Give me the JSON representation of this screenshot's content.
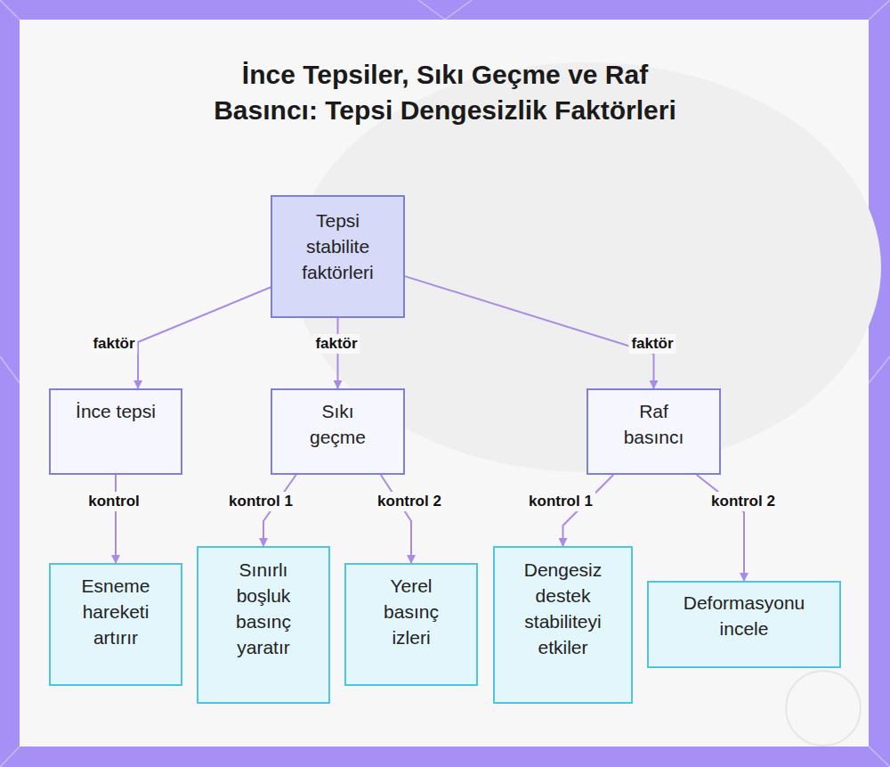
{
  "diagram": {
    "title": "İnce Tepsiler, Sıkı Geçme ve Raf Basıncı: Tepsi Dengesizlik Faktörleri",
    "nodes": [
      {
        "text": [
          "Tepsi stabilite faktörleri"
        ]
      },
      {
        "text": [
          "İnce tepsi"
        ]
      },
      {
        "text": [
          "Sıkı geçme"
        ]
      },
      {
        "text": [
          "Raf basıncı"
        ]
      },
      {
        "text": [
          "Esneme hareketi artırır"
        ]
      },
      {
        "text": [
          "Sınırlı boşluk basınç yaratır"
        ]
      },
      {
        "text": [
          "Yerel basınç izleri"
        ]
      },
      {
        "text": [
          "Dengesiz destek stabiliteyi etkiler"
        ]
      },
      {
        "text": [
          "Deformasyonu incele"
        ]
      }
    ],
    "edges": [
      {
        "from": 0,
        "to": 1,
        "label": "faktör",
        "arrow": "to"
      },
      {
        "from": 0,
        "to": 2,
        "label": "faktör",
        "arrow": "to"
      },
      {
        "from": 0,
        "to": 3,
        "label": "faktör",
        "arrow": "to"
      },
      {
        "from": 1,
        "to": 4,
        "label": "kontrol",
        "arrow": "to"
      },
      {
        "from": 2,
        "to": 5,
        "label": "kontrol 1",
        "arrow": "to"
      },
      {
        "from": 2,
        "to": 6,
        "label": "kontrol 2",
        "arrow": "to"
      },
      {
        "from": 3,
        "to": 7,
        "label": "kontrol 1",
        "arrow": "to"
      },
      {
        "from": 3,
        "to": 8,
        "label": "kontrol 2",
        "arrow": "to"
      }
    ]
  }
}
